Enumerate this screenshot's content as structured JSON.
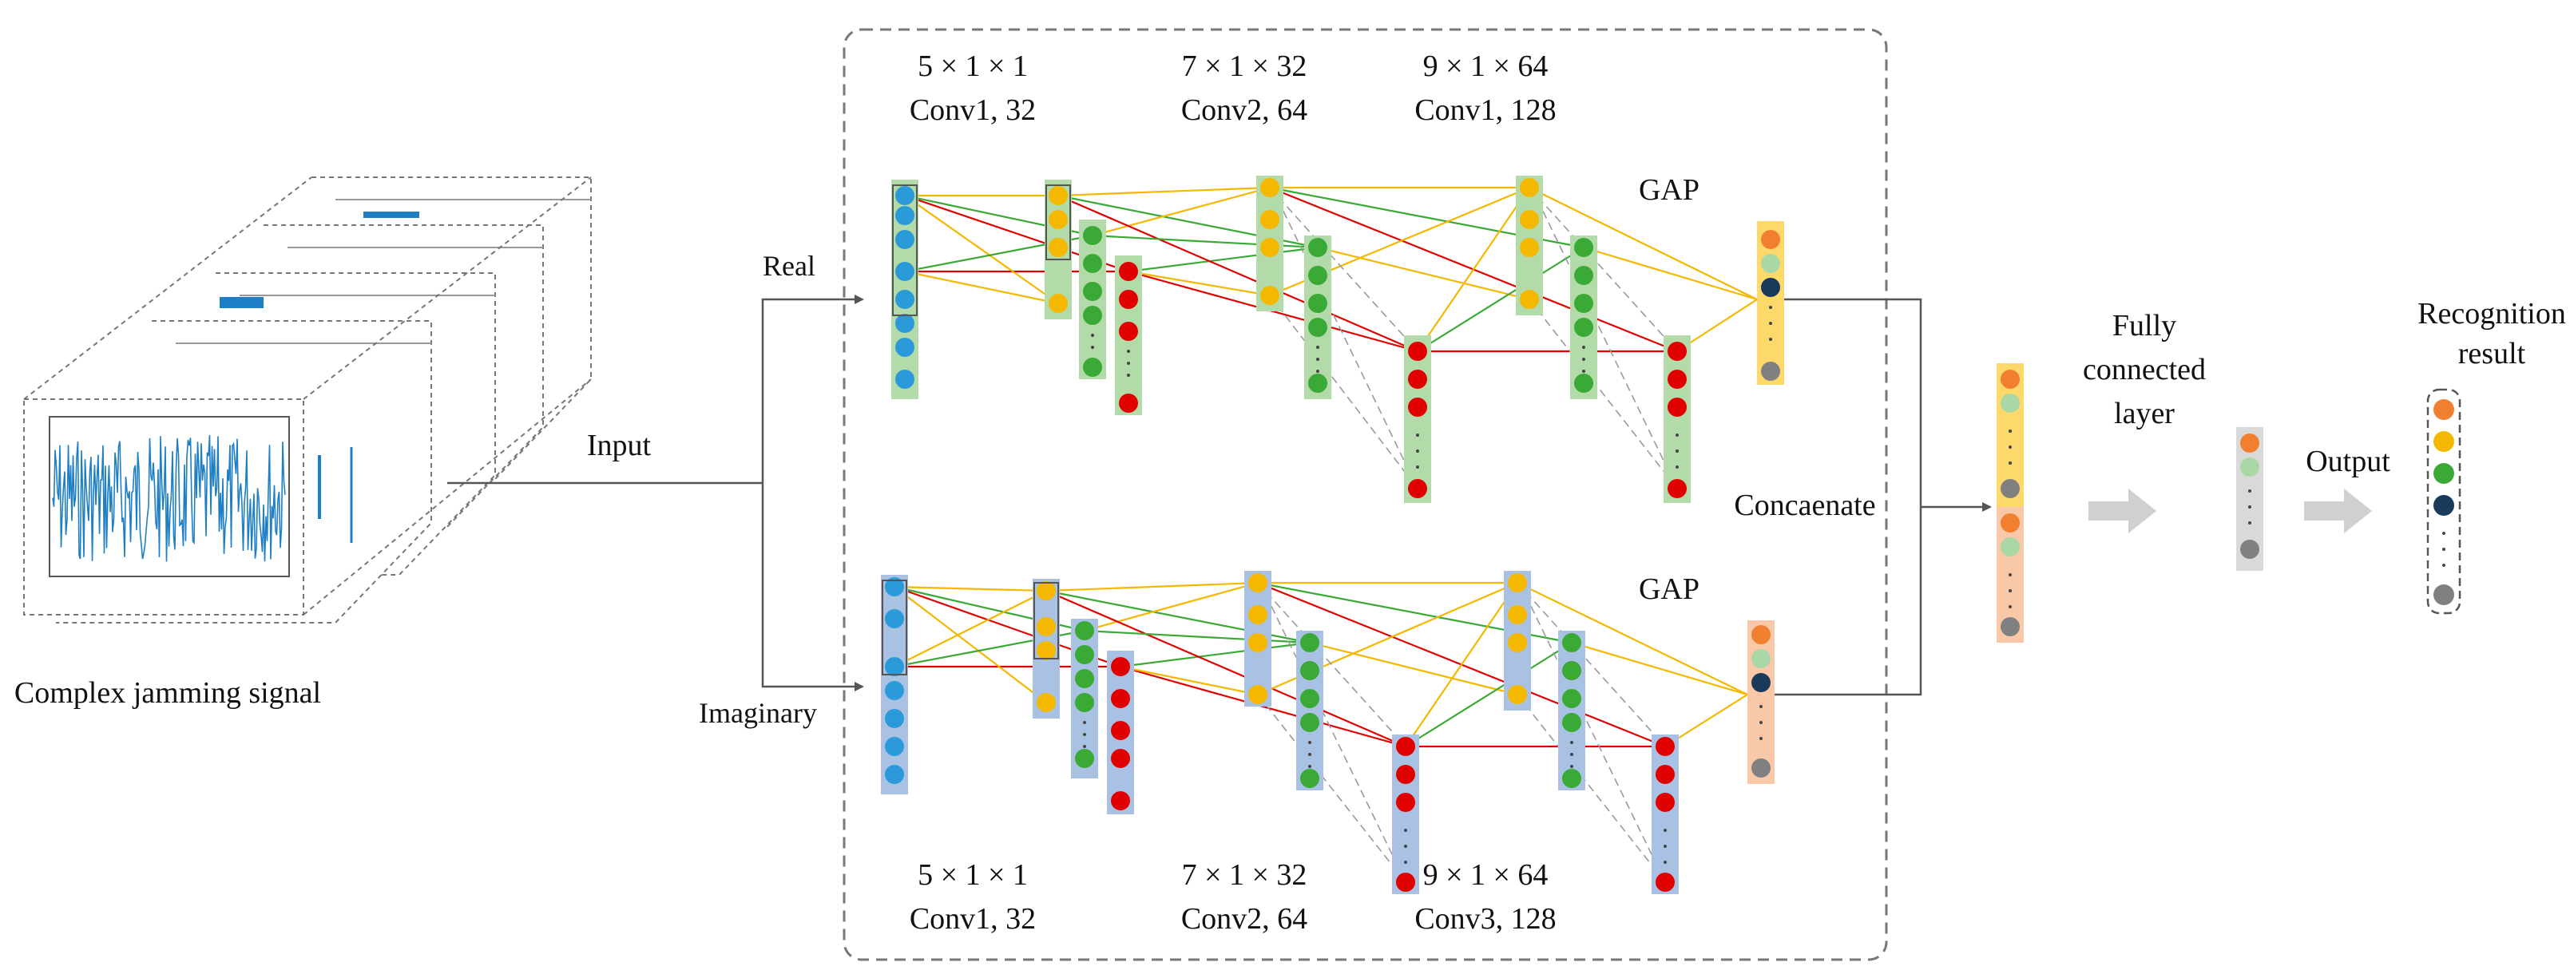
{
  "labels": {
    "input": "Input",
    "real": "Real",
    "imaginary": "Imaginary",
    "signal_caption": "Complex jamming signal",
    "gap_top": "GAP",
    "gap_bottom": "GAP",
    "concatenate": "Concaenate",
    "fc_line1": "Fully",
    "fc_line2": "connected",
    "fc_line3": "layer",
    "output": "Output",
    "result_line1": "Recognition",
    "result_line2": "result"
  },
  "top_layers": [
    {
      "kernel": "5 × 1 × 1",
      "name": "Conv1, 32"
    },
    {
      "kernel": "7 × 1 × 32",
      "name": "Conv2, 64"
    },
    {
      "kernel": "9 × 1 × 64",
      "name": "Conv1, 128"
    }
  ],
  "bottom_layers": [
    {
      "kernel": "5 × 1 × 1",
      "name": "Conv1, 32"
    },
    {
      "kernel": "7 × 1 × 32",
      "name": "Conv2, 64"
    },
    {
      "kernel": "9 × 1 × 64",
      "name": "Conv3, 128"
    }
  ],
  "colors": {
    "blue_node": "#2a9ad8",
    "yellow_node": "#f5b800",
    "green_node": "#3aa935",
    "red_node": "#e00000",
    "orange_node": "#f08030",
    "light_green_node": "#a9d8a6",
    "navy_node": "#1a3a5c",
    "gray_node": "#808080",
    "green_bar": "#b3dba9",
    "blue_bar": "#a9c2e4",
    "yellow_bar": "#fcd96a",
    "peach_bar": "#f8c8a8",
    "gray_bar": "#d9d9d9",
    "arrow_gray": "#d0d0d0",
    "line_yellow": "#f5b800",
    "line_green": "#3aa935",
    "line_red": "#e00000",
    "line_gray": "#9a9a9a",
    "plot_blue": "#1f7fc4"
  }
}
